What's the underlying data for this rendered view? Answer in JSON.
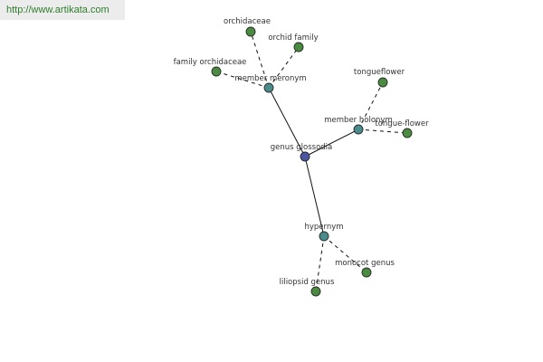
{
  "watermark": "http://www.artikata.com",
  "colors": {
    "center": "#4a56a0",
    "relation": "#4a8c8c",
    "leaf": "#4a8c3f",
    "edge": "#111111",
    "watermark_text": "#2f7d2f",
    "watermark_bg": "#ececec"
  },
  "graph": {
    "center": {
      "id": "center",
      "label": "genus glossodia",
      "kind": "center"
    },
    "relations": [
      {
        "id": "meronym",
        "label": "member meronym",
        "kind": "relation"
      },
      {
        "id": "holonym",
        "label": "member holonym",
        "kind": "relation"
      },
      {
        "id": "hypernym",
        "label": "hypernym",
        "kind": "relation"
      }
    ],
    "leaves": [
      {
        "id": "orchidaceae",
        "label": "orchidaceae",
        "parent": "meronym"
      },
      {
        "id": "orchid-family",
        "label": "orchid family",
        "parent": "meronym"
      },
      {
        "id": "family-orchidaceae",
        "label": "family orchidaceae",
        "parent": "meronym"
      },
      {
        "id": "tongueflower",
        "label": "tongueflower",
        "parent": "holonym"
      },
      {
        "id": "tongue-flower",
        "label": "tongue-flower",
        "parent": "holonym"
      },
      {
        "id": "monocot-genus",
        "label": "monocot genus",
        "parent": "hypernym"
      },
      {
        "id": "liliopsid-genus",
        "label": "liliopsid genus",
        "parent": "hypernym"
      }
    ]
  }
}
